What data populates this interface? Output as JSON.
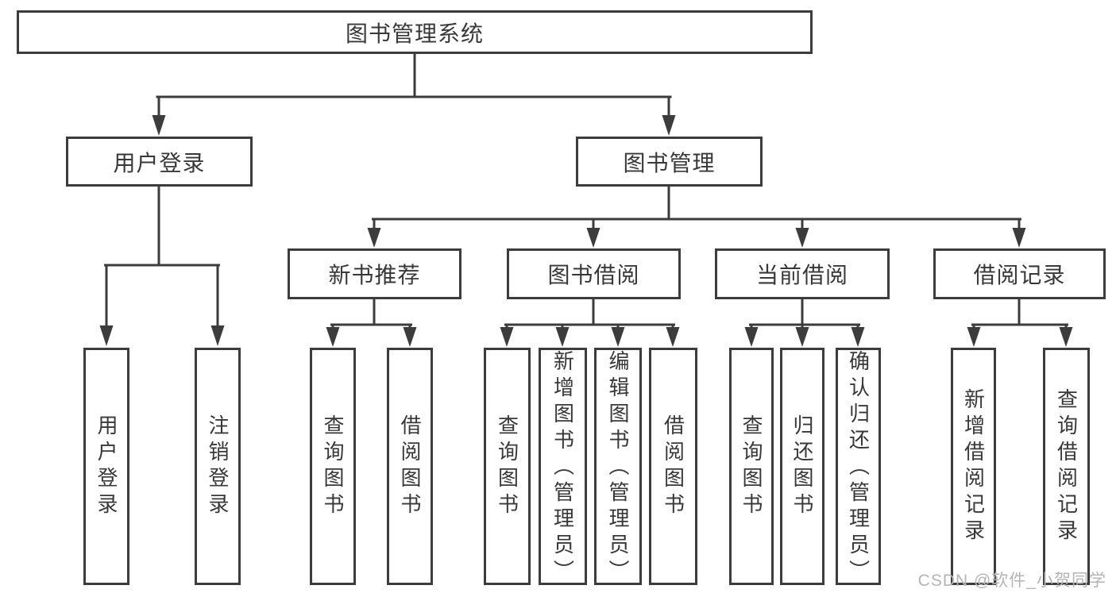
{
  "diagram": {
    "root": {
      "label": "图书管理系统"
    },
    "level2": [
      {
        "label": "用户登录"
      },
      {
        "label": "图书管理"
      }
    ],
    "level3": [
      {
        "label": "新书推荐"
      },
      {
        "label": "图书借阅"
      },
      {
        "label": "当前借阅"
      },
      {
        "label": "借阅记录"
      }
    ],
    "leaves": [
      {
        "label": "用户登录"
      },
      {
        "label": "注销登录"
      },
      {
        "label": "查询图书"
      },
      {
        "label": "借阅图书"
      },
      {
        "label": "查询图书"
      },
      {
        "label": "新增图书（管理员）"
      },
      {
        "label": "编辑图书（管理员）"
      },
      {
        "label": "借阅图书"
      },
      {
        "label": "查询图书"
      },
      {
        "label": "归还图书"
      },
      {
        "label": "确认归还（管理员）"
      },
      {
        "label": "新增借阅记录"
      },
      {
        "label": "查询借阅记录"
      }
    ],
    "colors": {
      "line": "#3c3c3c",
      "text": "#383838",
      "box_background": "#ffffff",
      "watermark": "#b4b4b4",
      "page_background": "#ffffff"
    }
  },
  "watermark": {
    "text": "CSDN @软件_小贺同学"
  }
}
